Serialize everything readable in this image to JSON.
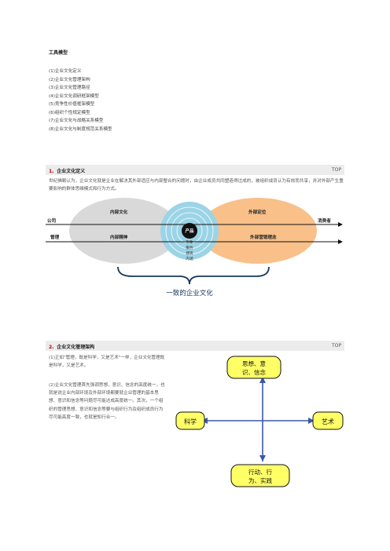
{
  "page_title": "工具模型",
  "toc": [
    "(1)企业文化定义",
    "(2)企业文化管理架构",
    "(3)企业文化管理路径",
    "(4)企业文化调研框架模型",
    "(5)竞争性价值框架模型",
    "(6)组织个性规定模型",
    "(7)企业文化与战略关系模型",
    "(8)企业文化与制度规范关系模型"
  ],
  "section1": {
    "number": "1、",
    "title": "企业文化定义",
    "top_link": "TOP",
    "paragraph": "世纪佛赖认为，企业文化就是企业在解决其外部适应与内部整合的问题时，由企业成员共同塑造得过成的，被组织成员认为有效而共享，并对外部产生重要影响的群体思维模式和行为方式。"
  },
  "diagram1": {
    "left_top": "内部文化",
    "left_bottom": "内部精神",
    "right_top": "外部定位",
    "right_bottom": "外部营销理念",
    "left_axis": "公司",
    "right_axis": "消费者",
    "left_bottom_axis": "管理",
    "center_core": "产品",
    "center_rings": [
      "形象",
      "服务",
      "建筑",
      "内涵"
    ],
    "caption": "一致的企业文化",
    "colors": {
      "left": "#d9d9d9",
      "right": "#f9c089",
      "center": "#9bd4e6",
      "core": "#111111"
    }
  },
  "section2": {
    "number": "2、",
    "title": "企业文化管理架构",
    "top_link": "TOP",
    "para1": "(1)正如\"管理，既是科学，又是艺术\"一样，企业文化管理既是科学，又是艺术。",
    "para2": "(2)企业文化管理首先强调思想、意识、信念的高度统一，也就是说企业内部环境及外部环境都要就企业管理的基本思想、意识和信念等问题尽可能达成高度统一。其次，一个组织的管理思想、意识和信念等要与组织行为及组织成员行为尽可能高度一致，也就是知行合一。"
  },
  "diagram2": {
    "top": [
      "思想、意",
      "识、信念"
    ],
    "left": "科学",
    "right": "艺术",
    "bottom": [
      "行动、行",
      "为、实践"
    ],
    "colors": {
      "box_fill": "#ffff66",
      "box_stroke": "#111111",
      "arrow": "#3b57a6"
    }
  }
}
